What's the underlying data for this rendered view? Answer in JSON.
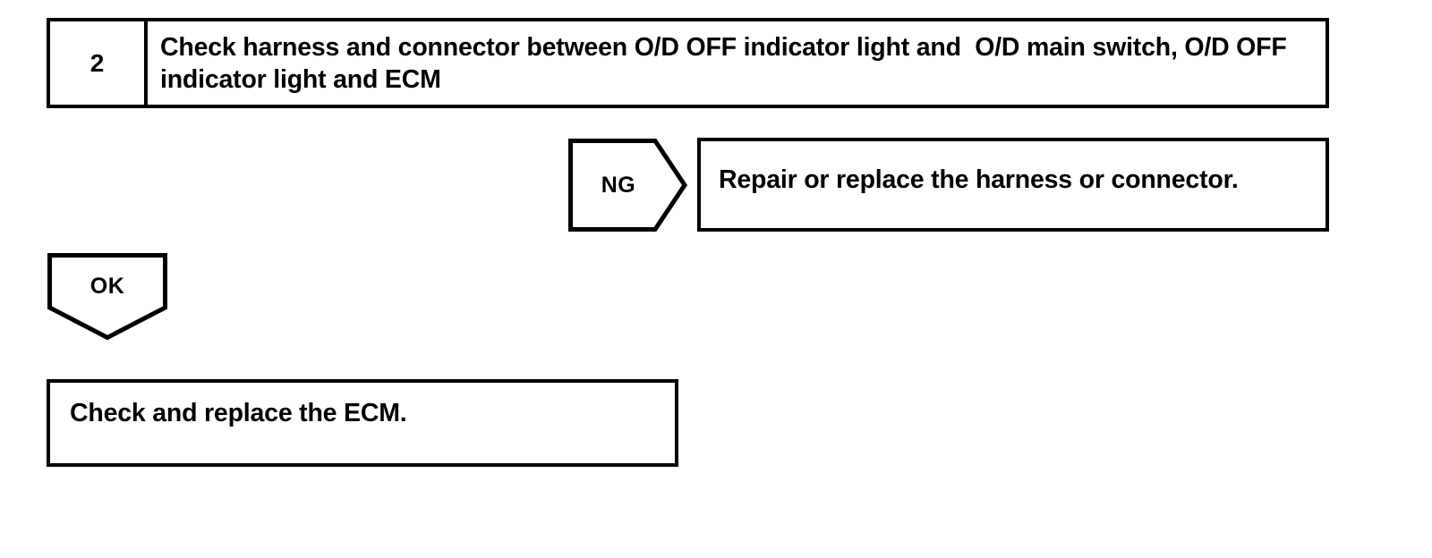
{
  "diagram": {
    "type": "troubleshooting-flowchart",
    "stroke_color": "#000000",
    "background_color": "#ffffff",
    "step": {
      "number": "2",
      "instruction": "Check harness and connector between O/D OFF indicator light and  O/D main switch, O/D OFF indicator light and ECM"
    },
    "branches": [
      {
        "label": "NG",
        "shape": "pentagon-right",
        "result": "Repair or replace the harness or connector."
      },
      {
        "label": "OK",
        "shape": "pentagon-down",
        "result": "Check and replace the ECM."
      }
    ],
    "ng_label": "NG",
    "ng_result": "Repair or replace the harness or connector.",
    "ok_label": "OK",
    "ok_result": "Check and replace the ECM."
  }
}
